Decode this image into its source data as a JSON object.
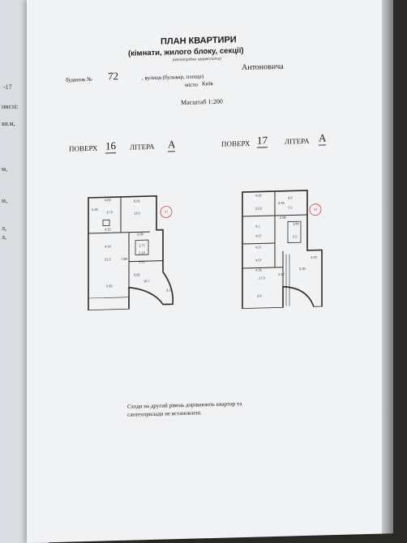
{
  "document": {
    "title": "ПЛАН КВАРТИРИ",
    "subtitle": "(кімнати, жилого блоку, секції)",
    "subtitle_note": "(непотрібне закреслити)",
    "building_label": "будинок №",
    "building_number": "72",
    "street_label": ", вулиця (бульвар, площа)",
    "street_value": "Антоновича",
    "city_label": "місто",
    "city_value": "Київ",
    "scale": "Масштаб 1:200",
    "floor1": {
      "floor_label": "ПОВЕРХ",
      "floor_number": "16",
      "litera_label": "ЛІТЕРА",
      "litera_value": "А"
    },
    "floor2": {
      "floor_label": "ПОВЕРХ",
      "floor_number": "17",
      "litera_label": "ЛІТЕРА",
      "litera_value": "А"
    },
    "footer_line1": "Сходи на другий рівень дорівнюють квартир та",
    "footer_line2": "сантехприлади не встановлені."
  },
  "back_page": {
    "line1": "-17",
    "line2": "нислі:",
    "line3": "кв.м,",
    "line4": "м,",
    "line5": "м,",
    "line6": "л,",
    "line7": "л,"
  },
  "plan16": {
    "labels": [
      "4.63",
      "8.01",
      "5.46",
      "17.9",
      "13.5",
      "4.15",
      "3.08",
      "4.14",
      "21.5",
      "1.77",
      "2.13",
      "3.21",
      "7.88",
      "3.82",
      "16.7",
      "3.62",
      "3.14"
    ],
    "stamp": "47"
  },
  "plan17": {
    "labels": [
      "4.25",
      "3.45",
      "4.0",
      "21.6",
      "7.5",
      "2.96",
      "1.84",
      "4.1",
      "4.27",
      "2.5",
      "4.27",
      "4.07",
      "4.42",
      "3.30",
      "4.56",
      "17.3",
      "3.6",
      "2.17"
    ],
    "stamp": "54"
  }
}
